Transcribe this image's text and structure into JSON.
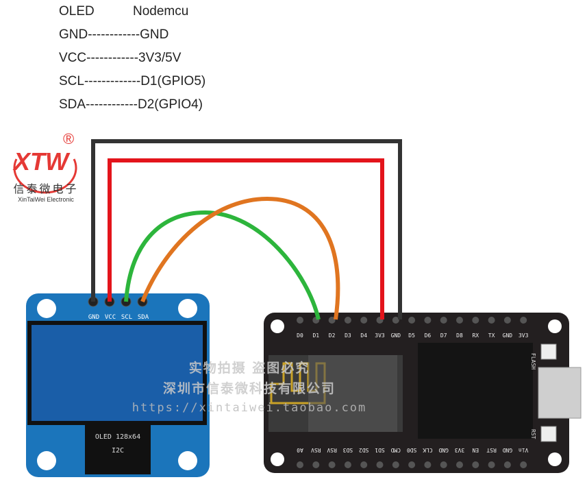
{
  "pin_table": {
    "header_oled": "OLED",
    "header_nodemcu": "Nodemcu",
    "rows": [
      "GND------------GND",
      "VCC------------3V3/5V",
      "SCL-------------D1(GPIO5)",
      "SDA------------D2(GPIO4)"
    ]
  },
  "logo": {
    "mark": "XTW",
    "registered": "®",
    "cn_name": "信泰微电子",
    "en_name": "XinTaiWei Electronic"
  },
  "oled_module": {
    "pin_labels": [
      "GND",
      "VCC",
      "SCL",
      "SDA"
    ],
    "model": "OLED 128x64",
    "interface": "I2C"
  },
  "nodemcu": {
    "top_pins": [
      "D0",
      "D1",
      "D2",
      "D3",
      "D4",
      "3V3",
      "GND",
      "D5",
      "D6",
      "D7",
      "D8",
      "RX",
      "TX",
      "GND",
      "3V3"
    ],
    "bottom_pins": [
      "A0",
      "RSV",
      "RSV",
      "SD3",
      "SD2",
      "SD1",
      "CMD",
      "SD0",
      "CLK",
      "GND",
      "3V3",
      "EN",
      "RST",
      "GND",
      "Vin"
    ],
    "flash_label": "FLASH",
    "rst_label": "RST"
  },
  "watermark": {
    "line1": "实物拍摄 盗图必究",
    "line2": "深圳市信泰微科技有限公司",
    "line3": "https://xintaiwei.taobao.com"
  },
  "colors": {
    "wire_gnd": "#333333",
    "wire_vcc": "#e3141b",
    "wire_scl": "#2db53c",
    "wire_sda": "#e07520",
    "oled_board": "#1b75bb",
    "oled_screen": "#1a5ea8",
    "nodemcu_board": "#231f20",
    "logo_red": "#e53935"
  }
}
